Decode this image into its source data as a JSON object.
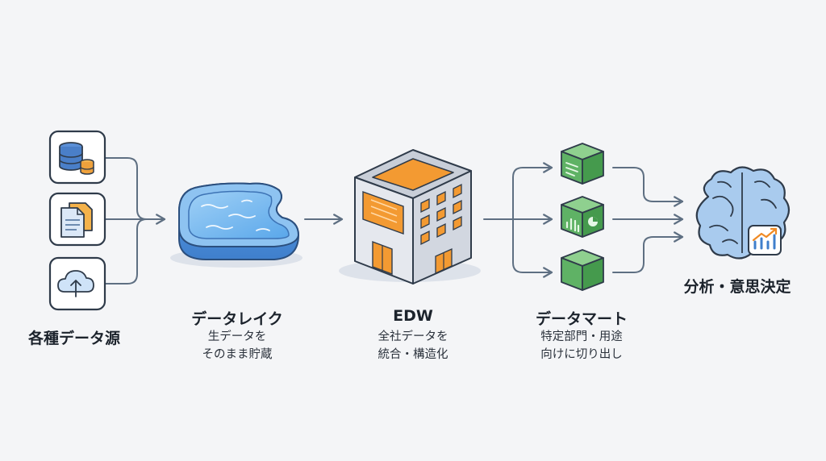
{
  "stages": {
    "sources": {
      "title": "各種データ源",
      "items": [
        {
          "icon": "database-icon"
        },
        {
          "icon": "documents-icon"
        },
        {
          "icon": "cloud-upload-icon"
        }
      ]
    },
    "lake": {
      "title": "データレイク",
      "desc_line1": "生データを",
      "desc_line2": "そのまま貯蔵",
      "icon": "data-lake-pool-icon"
    },
    "edw": {
      "title": "EDW",
      "desc_line1": "全社データを",
      "desc_line2": "統合・構造化",
      "icon": "warehouse-building-icon"
    },
    "marts": {
      "title": "データマート",
      "desc_line1": "特定部門・用途",
      "desc_line2": "向けに切り出し",
      "items": [
        {
          "icon": "report-cube-icon"
        },
        {
          "icon": "chart-cube-icon"
        },
        {
          "icon": "plain-cube-icon"
        }
      ]
    },
    "analytics": {
      "title": "分析・意思決定",
      "icon": "brain-chart-icon"
    }
  },
  "colors": {
    "arrow": "#5e6f82",
    "icon_box_border": "#2f3b4a",
    "lake_blue": "#5b9be0",
    "edw_orange": "#f5a03c",
    "cube_green": "#5fb265",
    "brain_blue": "#8fb9e6"
  }
}
